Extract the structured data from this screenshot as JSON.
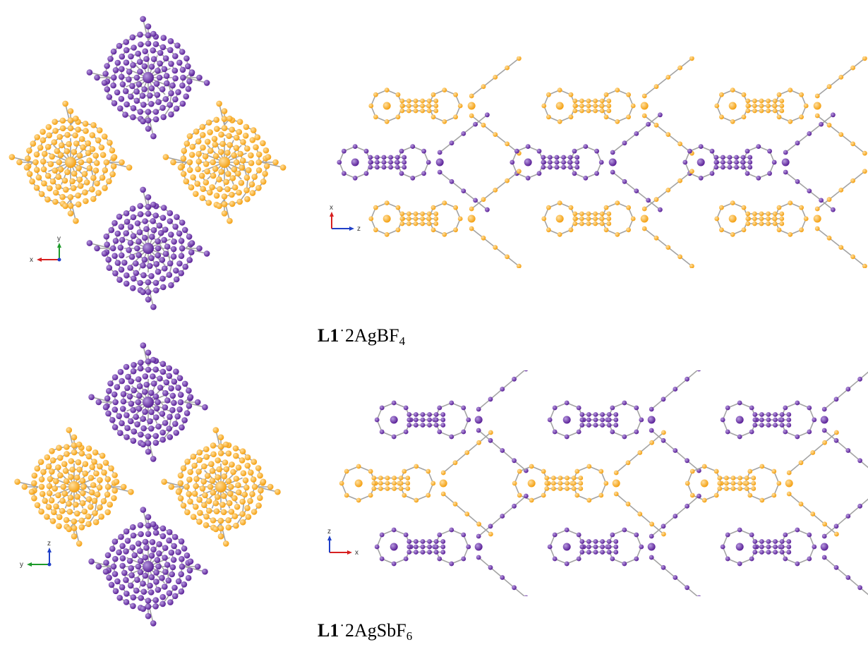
{
  "colors": {
    "purple": "#5a2097",
    "orange": "#f4a012",
    "bond": "#a3a3a3",
    "axis_x": "#d72020",
    "axis_y": "#1d9a2a",
    "axis_z": "#1f3fc8"
  },
  "captions": [
    {
      "bold": "L1",
      "dot": "·",
      "text": "2AgBF",
      "sub": "4"
    },
    {
      "bold": "L1",
      "dot": "·",
      "text": "2AgSbF",
      "sub": "6"
    }
  ],
  "axes": {
    "top_left": {
      "horizontal": "x",
      "vertical": "y"
    },
    "top_right": {
      "horizontal": "z",
      "vertical": "x"
    },
    "bottom_left": {
      "horizontal": "y",
      "vertical": "z"
    },
    "bottom_right": {
      "horizontal": "x",
      "vertical": "z"
    }
  }
}
